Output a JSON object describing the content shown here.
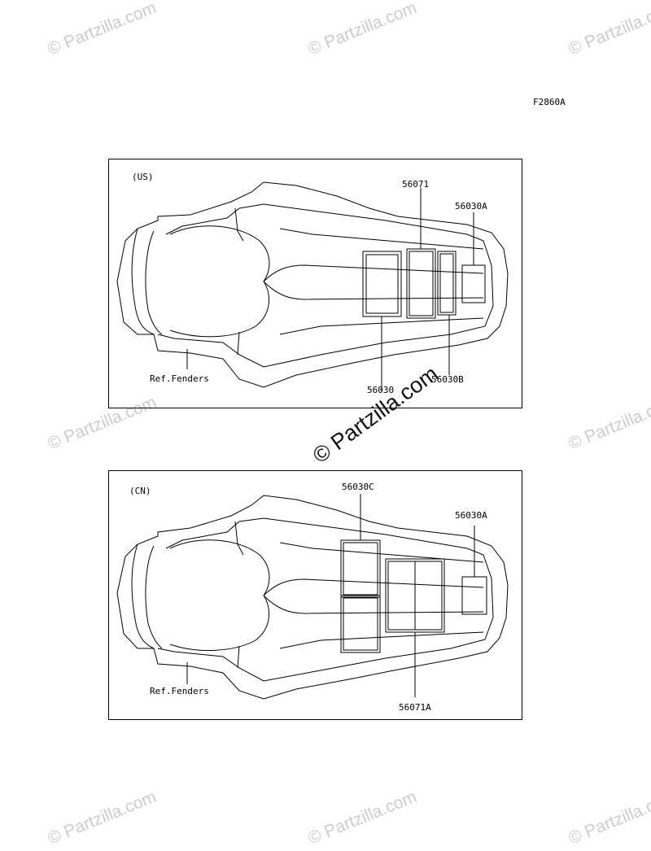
{
  "figure_code": "F2860A",
  "watermark": {
    "text": "© Partzilla.com",
    "center_text": "© Partzilla.com"
  },
  "panels": [
    {
      "region": "(US)",
      "labels": {
        "decal_top": "56071",
        "decal_right": "56030A",
        "decal_left_bottom": "56030",
        "decal_right_bottom": "56030B",
        "ref": "Ref.Fenders"
      }
    },
    {
      "region": "(CN)",
      "labels": {
        "decal_top": "56030C",
        "decal_right": "56030A",
        "decal_bottom": "56071A",
        "ref": "Ref.Fenders"
      }
    }
  ]
}
